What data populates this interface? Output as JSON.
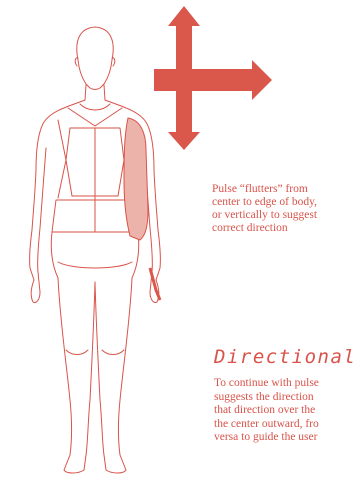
{
  "colors": {
    "accent": "#d9534a",
    "outline": "#d9534a",
    "tint": "#ecb3ab"
  },
  "illustration": {
    "figure_icon": "human-body-figure",
    "arrow_icon": "four-way-arrow",
    "zone_icon": "haptic-zone-right-side"
  },
  "caption": {
    "lines": [
      "Pulse “flutters” from",
      "center to edge of body,",
      "or vertically to suggest",
      "correct direction"
    ]
  },
  "section": {
    "heading": "Directional",
    "body_lines": [
      "To continue with pulse",
      "suggests the direction",
      "that direction over the",
      "the center outward, fro",
      "versa to guide the user"
    ]
  }
}
